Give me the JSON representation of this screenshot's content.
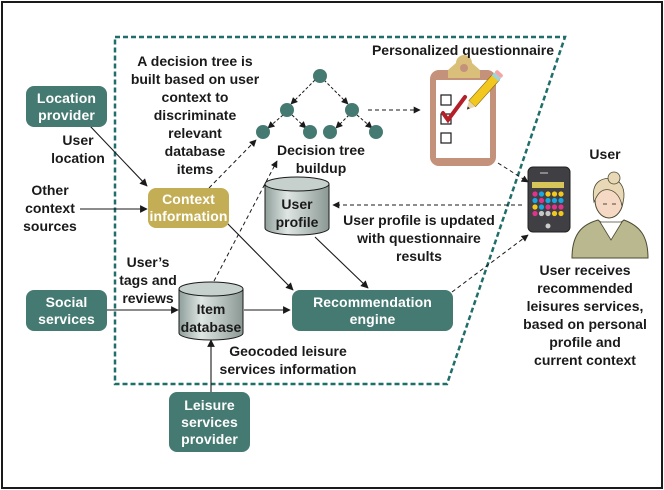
{
  "diagram": {
    "nodes": {
      "location_provider": "Location provider",
      "context_information": "Context information",
      "social_services": "Social services",
      "leisure_services_provider": "Leisure services provider",
      "recommendation_engine": "Recommendation engine",
      "user_profile": "User profile",
      "item_database": "Item database",
      "decision_tree": "Decision tree buildup",
      "questionnaire": "Personalized questionnaire",
      "user": "User"
    },
    "node_lines": {
      "location_provider": [
        "Location",
        "provider"
      ],
      "context_information": [
        "Context",
        "information"
      ],
      "social_services": [
        "Social",
        "services"
      ],
      "leisure_services_provider": [
        "Leisure",
        "services",
        "provider"
      ],
      "recommendation_engine": [
        "Recommendation",
        "engine"
      ],
      "user_profile": [
        "User",
        "profile"
      ],
      "item_database": [
        "Item",
        "database"
      ],
      "decision_tree": [
        "Decision tree",
        "buildup"
      ]
    },
    "labels": {
      "user_location": [
        "User",
        "location"
      ],
      "other_context": [
        "Other",
        "context",
        "sources"
      ],
      "decision_tree_note": [
        "A decision tree is",
        "built based on user",
        "context to",
        "discriminate",
        "relevant",
        "database",
        "items"
      ],
      "users_tags": [
        "User’s",
        "tags and",
        "reviews"
      ],
      "geocoded": [
        "Geocoded leisure",
        "services information"
      ],
      "profile_updated": [
        "User profile is updated",
        "with questionnaire",
        "results"
      ],
      "user_receives": [
        "User receives",
        "recommended",
        "leisures services,",
        "based on personal",
        "profile and",
        "current context"
      ]
    },
    "colors": {
      "teal": "#457a72",
      "gold": "#c4ae55",
      "boundary": "#1f6e6a",
      "cylinder": "#b9c5c1",
      "clipboard": "#c4917a",
      "check": "#b3202a",
      "pencil": "#f2c81e"
    }
  }
}
